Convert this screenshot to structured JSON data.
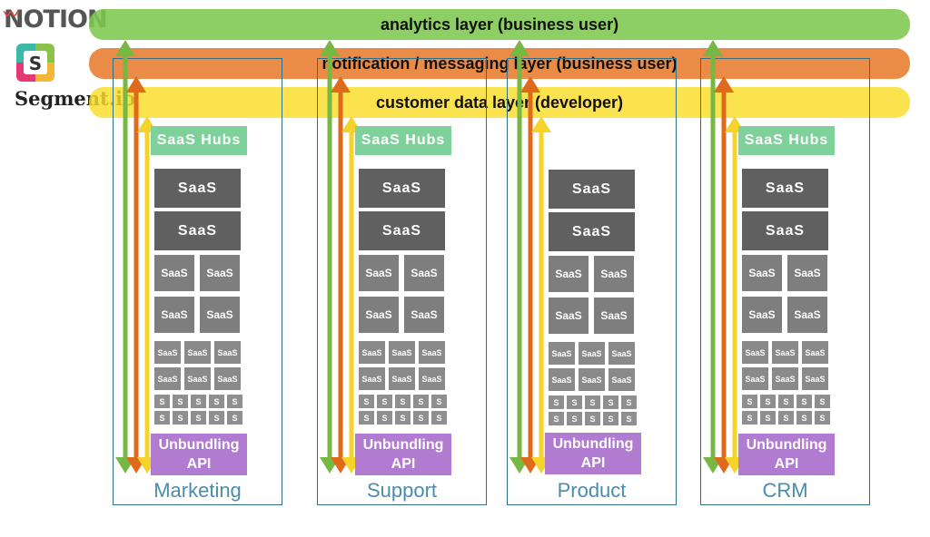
{
  "logos": {
    "notion": "NOTION",
    "segment": "Segment.io"
  },
  "layers": {
    "analytics": "analytics layer (business user)",
    "notification": "notification / messaging layer (business user)",
    "customer": "customer data layer (developer)"
  },
  "columns": [
    {
      "label": "Marketing",
      "hubs": "SaaS Hubs",
      "api_line1": "Unbundling",
      "api_line2": "API"
    },
    {
      "label": "Support",
      "hubs": "SaaS Hubs",
      "api_line1": "Unbundling",
      "api_line2": "API"
    },
    {
      "label": "Product",
      "hubs": "",
      "api_line1": "Unbundling",
      "api_line2": "API"
    },
    {
      "label": "CRM",
      "hubs": "SaaS Hubs",
      "api_line1": "Unbundling",
      "api_line2": "API"
    }
  ],
  "tiles": {
    "large": "SaaS",
    "medium": "SaaS",
    "small": "SaaS",
    "tiny": "S"
  },
  "colors": {
    "green": "#76b843",
    "orange": "#e06a1b",
    "yellow": "#f5d32a",
    "column_border": "#2f6f86"
  }
}
